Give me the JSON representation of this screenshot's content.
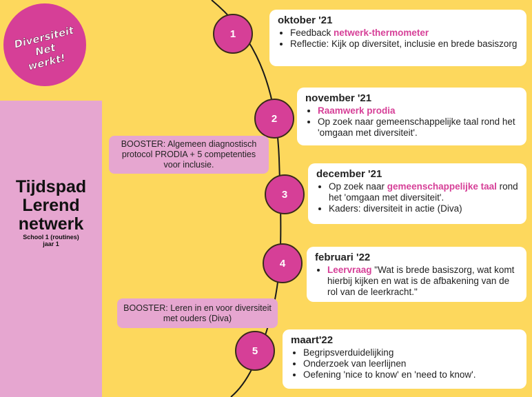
{
  "logo": {
    "line1": "Diversiteit",
    "line2": "Net",
    "line3": "werkt!"
  },
  "title": {
    "line1": "Tijdspad",
    "line2": "Lerend",
    "line3": "netwerk"
  },
  "subtitle": {
    "line1": "School 1 (routines)",
    "line2": "jaar 1"
  },
  "colors": {
    "background": "#fdd85d",
    "accent": "#d63f97",
    "sidebar": "#e6a6d0",
    "card": "#ffffff"
  },
  "milestones": [
    {
      "number": "1",
      "heading": "oktober '21",
      "items": [
        {
          "pre": "Feedback ",
          "hl": "netwerk-thermometer",
          "post": ""
        },
        {
          "pre": " Reflectie: Kijk op diversitet, inclusie en brede basiszorg",
          "hl": "",
          "post": ""
        }
      ]
    },
    {
      "number": "2",
      "heading": "november '21",
      "items": [
        {
          "pre": "",
          "hl": "Raamwerk prodia",
          "post": ""
        },
        {
          "pre": "Op zoek naar gemeenschappelijke taal rond het 'omgaan met diversiteit'.",
          "hl": "",
          "post": ""
        }
      ]
    },
    {
      "number": "3",
      "heading": "december '21",
      "items": [
        {
          "pre": "Op zoek naar ",
          "hl": "gemeenschappelijke taal",
          "post": " rond het 'omgaan met diversiteit'."
        },
        {
          "pre": "Kaders: diversiteit in actie (Diva)",
          "hl": "",
          "post": ""
        }
      ]
    },
    {
      "number": "4",
      "heading": "februari '22",
      "items": [
        {
          "pre": "",
          "hl": "Leervraag",
          "post": " \"Wat is brede basiszorg, wat komt hierbij kijken en wat is de afbakening van de rol van de leerkracht.\""
        }
      ]
    },
    {
      "number": "5",
      "heading": "maart'22",
      "items": [
        {
          "pre": "Begripsverduidelijking",
          "hl": "",
          "post": ""
        },
        {
          "pre": "Onderzoek van leerlijnen",
          "hl": "",
          "post": ""
        },
        {
          "pre": "Oefening 'nice to know' en 'need to know'.",
          "hl": "",
          "post": ""
        }
      ]
    }
  ],
  "boosters": [
    {
      "text": "BOOSTER: Algemeen diagnostisch protocol PRODIA +  5 competenties voor inclusie."
    },
    {
      "text": "BOOSTER: Leren in en voor diversiteit met ouders (Diva)"
    }
  ]
}
